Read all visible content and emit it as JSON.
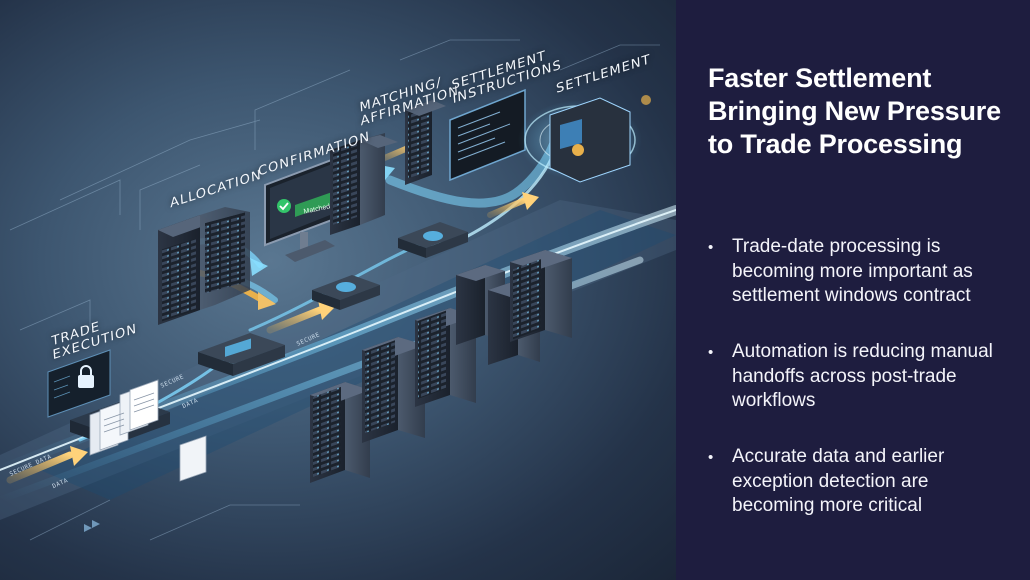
{
  "illustration": {
    "stages": [
      {
        "key": "trade-execution",
        "label": "Trade\nExecution"
      },
      {
        "key": "allocation",
        "label": "Allocation"
      },
      {
        "key": "confirmation",
        "label": "Confirmation"
      },
      {
        "key": "matching-affirmation",
        "label": "Matching/\nAffirmation"
      },
      {
        "key": "settlement-instructions",
        "label": "Settlement\nInstructions"
      },
      {
        "key": "settlement",
        "label": "Settlement"
      }
    ],
    "flow_tags": [
      "Secure Data",
      "Data",
      "Data",
      "Secure",
      "Secure"
    ],
    "confirmation_status": "Matched",
    "colors": {
      "flow_blue": "#5ec8ff",
      "flow_gold": "#e8b04b",
      "status_green": "#33c46a"
    }
  },
  "text_panel": {
    "title": "Faster Settlement Bringing New Pressure to Trade Processing",
    "bullets": [
      "Trade-date processing is becoming more important as settlement windows contract",
      "Automation is reducing manual handoffs across post-trade workflows",
      "Accurate data and earlier exception detection are becoming more critical"
    ],
    "bullet_glyph": "•"
  }
}
